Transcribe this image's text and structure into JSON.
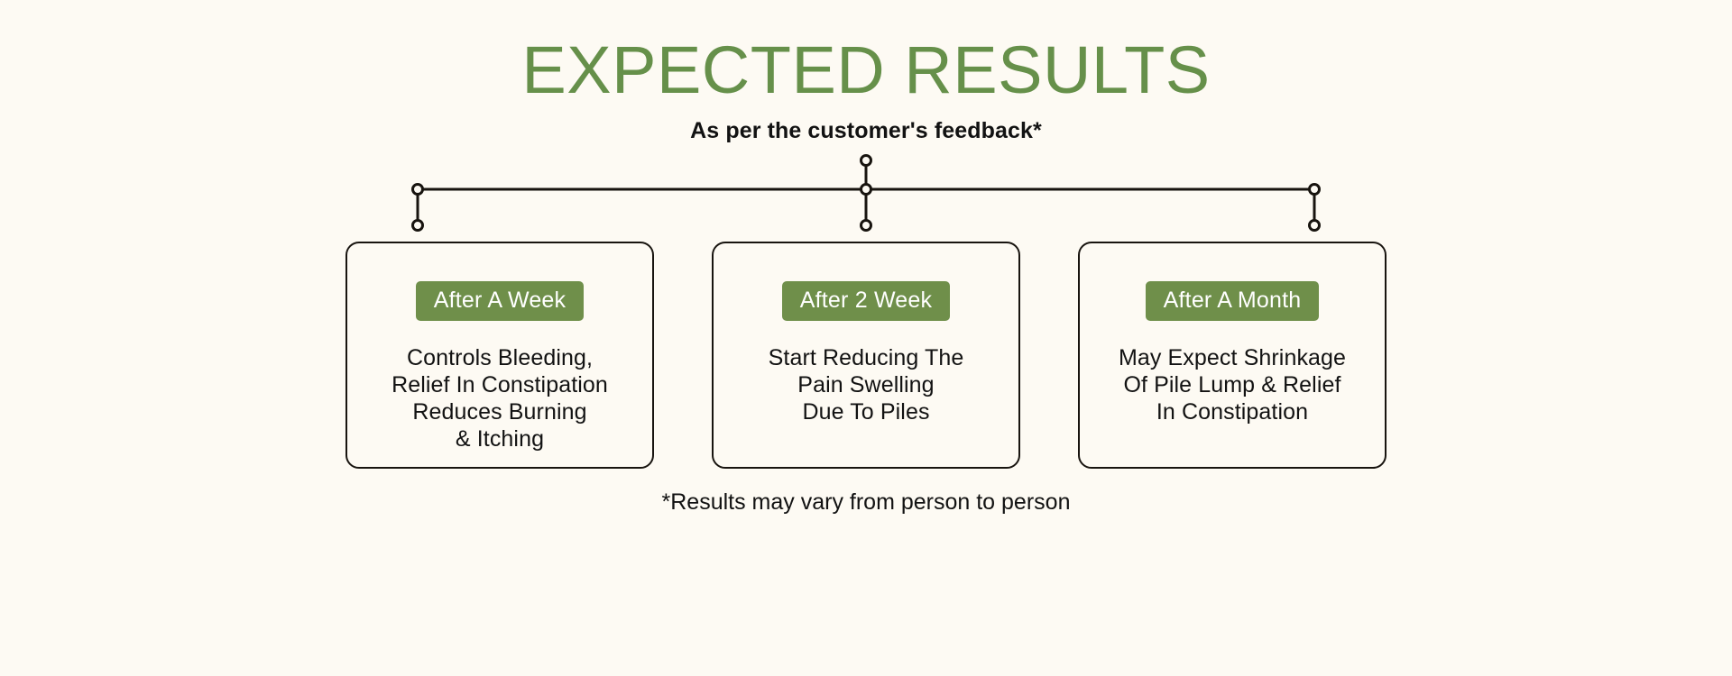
{
  "page": {
    "background_color": "#FDFAF3",
    "accent_green": "#6F8F4A",
    "title_green": "#66904A",
    "text_color": "#121212",
    "line_color": "#18140F"
  },
  "header": {
    "title": "EXPECTED RESULTS",
    "subtitle": "As per the customer's feedback*"
  },
  "connector": {
    "node_icon": "circle-node-icon",
    "node_count": 6
  },
  "cards": [
    {
      "badge": "After A Week",
      "lines": [
        "Controls Bleeding,",
        "Relief In Constipation",
        "Reduces Burning",
        "& Itching"
      ]
    },
    {
      "badge": "After 2 Week",
      "lines": [
        "Start Reducing The",
        "Pain Swelling",
        "Due To Piles"
      ]
    },
    {
      "badge": "After A Month",
      "lines": [
        "May Expect Shrinkage",
        "Of Pile Lump & Relief",
        "In Constipation"
      ]
    }
  ],
  "footer": {
    "disclaimer": "*Results may vary from person to person"
  }
}
